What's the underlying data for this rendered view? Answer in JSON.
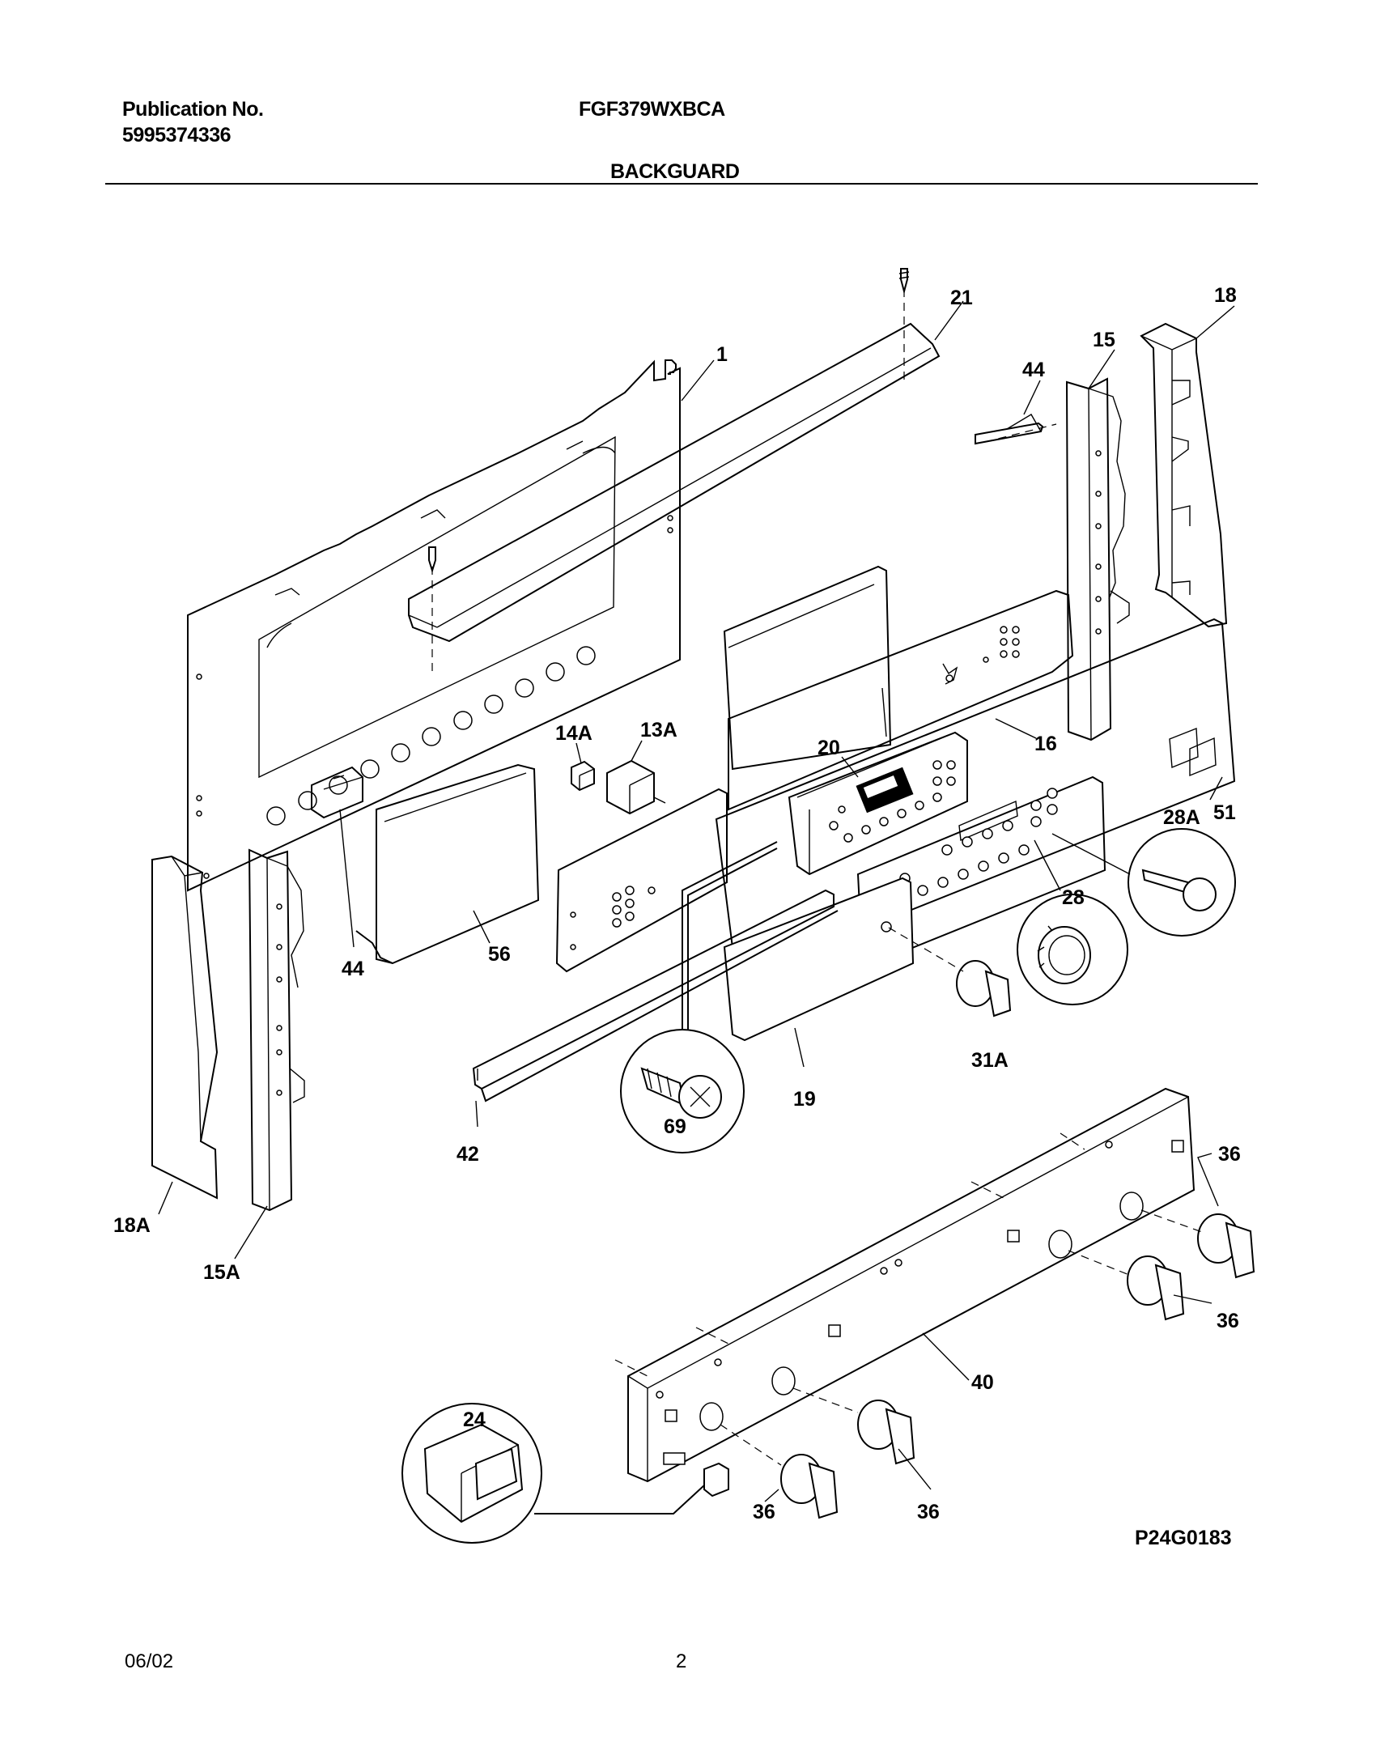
{
  "header": {
    "publication_label": "Publication No.",
    "publication_number": "5995374336",
    "model": "FGF379WXBCA",
    "section_title": "BACKGUARD"
  },
  "figure_code": "P24G0183",
  "footer": {
    "date": "06/02",
    "page": "2"
  },
  "part_labels": {
    "p1": "1",
    "p21": "21",
    "p18": "18",
    "p15": "15",
    "p44a": "44",
    "p14a": "14A",
    "p13a": "13A",
    "p20": "20",
    "p16": "16",
    "p51": "51",
    "p28a": "28A",
    "p28": "28",
    "p44b": "44",
    "p56": "56",
    "p31a": "31A",
    "p19": "19",
    "p69": "69",
    "p42": "42",
    "p18a": "18A",
    "p15a": "15A",
    "p36a": "36",
    "p36b": "36",
    "p40": "40",
    "p24": "24",
    "p36c": "36",
    "p36d": "36"
  },
  "colors": {
    "ink": "#000000",
    "paper": "#ffffff"
  }
}
